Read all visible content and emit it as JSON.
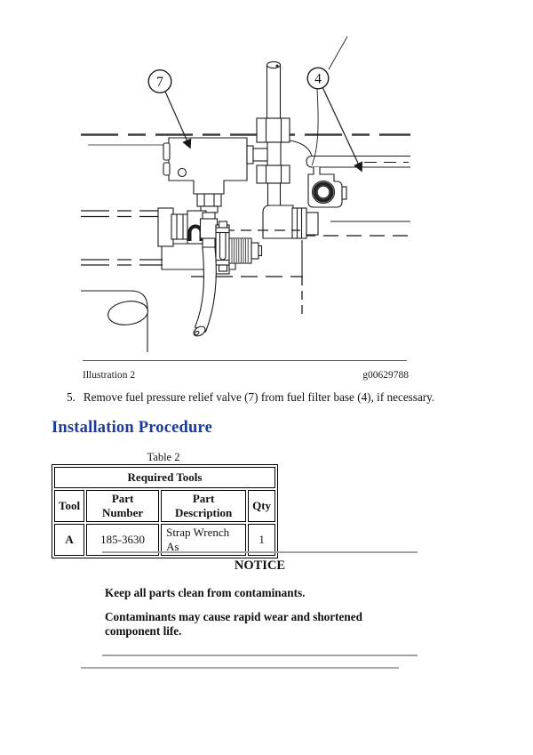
{
  "figure": {
    "callout_7": "7",
    "callout_4": "4",
    "caption_left": "Illustration 2",
    "caption_right": "g00629788"
  },
  "step5": {
    "marker": "5.",
    "text": "Remove fuel pressure relief valve (7) from fuel filter base (4), if necessary."
  },
  "heading": {
    "text": "Installation Procedure",
    "color": "#1b3a99"
  },
  "table2": {
    "caption": "Table 2",
    "title": "Required Tools",
    "columns": [
      "Tool",
      "Part Number",
      "Part Description",
      "Qty"
    ],
    "rows": [
      [
        "A",
        "185-3630",
        "Strap Wrench As",
        "1"
      ]
    ]
  },
  "notice": {
    "title": "NOTICE",
    "paragraphs": [
      "Keep all parts clean from contaminants.",
      "Contaminants may cause rapid wear and shortened component life."
    ],
    "rule_color": "#a2a2a2"
  }
}
